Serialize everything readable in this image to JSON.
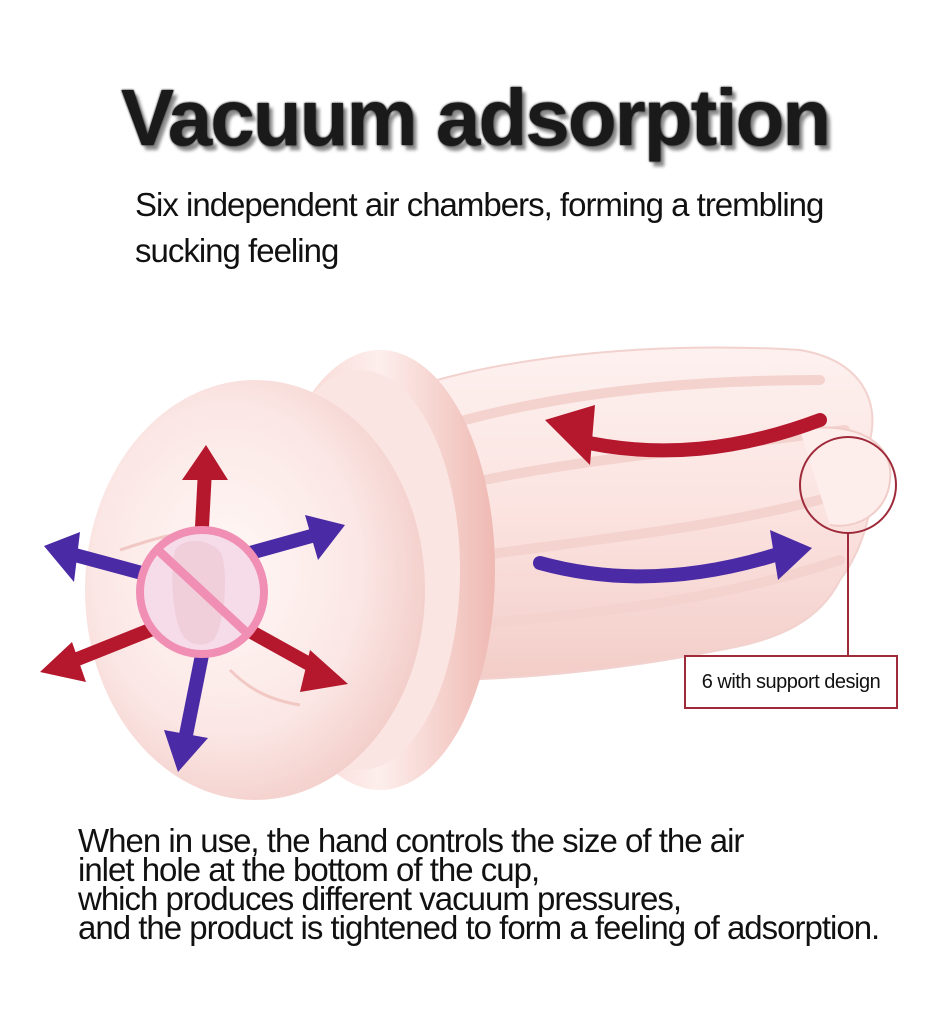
{
  "title": "Vacuum adsorption",
  "subtitle": "Six independent air chambers, forming a trembling sucking feeling",
  "callout": {
    "label": "6 with support design"
  },
  "description": {
    "lines": [
      "When in use, the hand controls the size of the air",
      "inlet hole at the bottom of the cup,",
      "which produces different vacuum pressures,",
      "and the product is tightened to form a feeling of adsorption."
    ]
  },
  "colors": {
    "product_body": "#fbe6e4",
    "product_shadow": "#f2c3bf",
    "arrow_red": "#b5172d",
    "arrow_purple": "#4b2aa6",
    "callout_border": "#9e2a3a",
    "prohibit_pink": "#f08fb3"
  },
  "icons": {
    "prohibit": "no-entry-circle-icon"
  }
}
